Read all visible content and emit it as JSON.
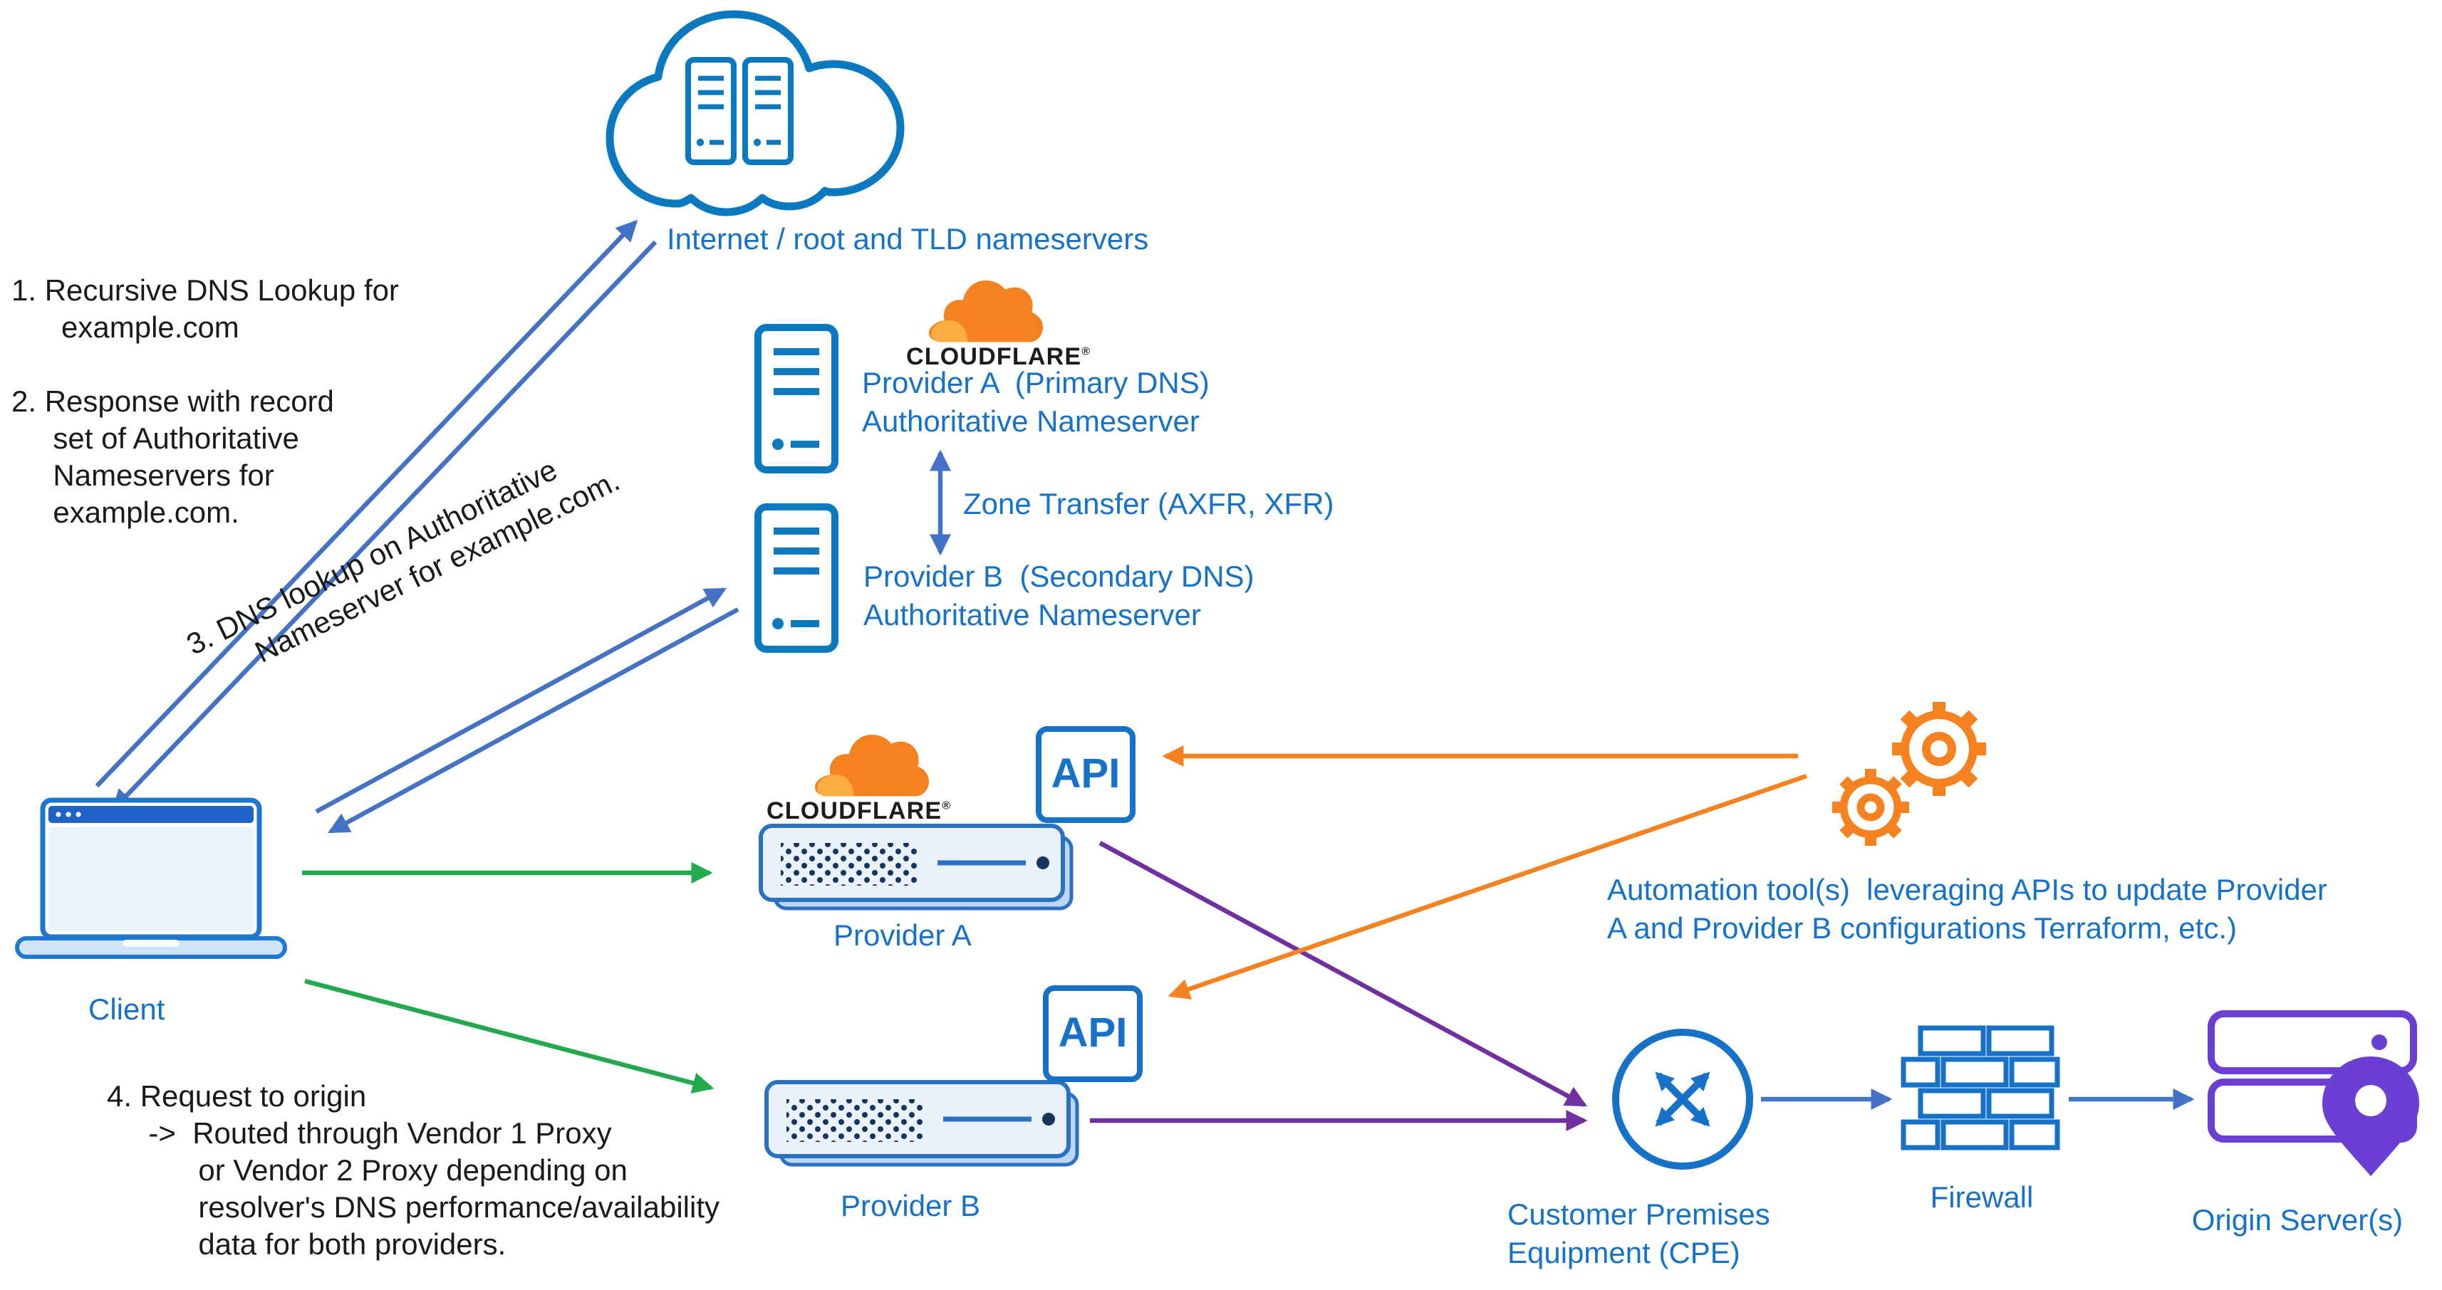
{
  "colors": {
    "label_blue": "#1671C9",
    "icon_blue": "#0B79C0",
    "arrow_blue": "#4472C4",
    "arrow_green": "#22A94D",
    "arrow_purple": "#7030A0",
    "orange": "#F6821F",
    "orange_light": "#FBAD41",
    "origin_purple": "#6B3FD4",
    "navy": "#16345C"
  },
  "labels": {
    "internet": "Internet / root and TLD nameservers",
    "provider_a_ns": "Provider A  (Primary DNS)\nAuthoritative Nameserver",
    "zone_transfer": "Zone Transfer (AXFR, XFR)",
    "provider_b_ns": "Provider B  (Secondary DNS)\nAuthoritative Nameserver",
    "client": "Client",
    "cloudflare_wordmark_1": "CLOUDFLARE",
    "cloudflare_wordmark_2": "CLOUDFLARE",
    "registered_mark": "®",
    "api_a": "API",
    "api_b": "API",
    "provider_a_proxy": "Provider A",
    "provider_b_proxy": "Provider B",
    "automation": "Automation tool(s)  leveraging APIs to update Provider\nA and Provider B configurations Terraform, etc.)",
    "cpe": "Customer Premises\nEquipment (CPE)",
    "firewall": "Firewall",
    "origin": "Origin Server(s)"
  },
  "notes": {
    "steps_1_2": "1. Recursive DNS Lookup for\n      example.com\n\n2. Response with record\n     set of Authoritative\n     Nameservers for\n     example.com.",
    "step_3": "3. DNS lookup on Authoritative\n       Nameserver for example.com.",
    "step_4": "4. Request to origin\n     ->  Routed through Vendor 1 Proxy\n           or Vendor 2 Proxy depending on\n           resolver's DNS performance/availability\n           data for both providers."
  }
}
